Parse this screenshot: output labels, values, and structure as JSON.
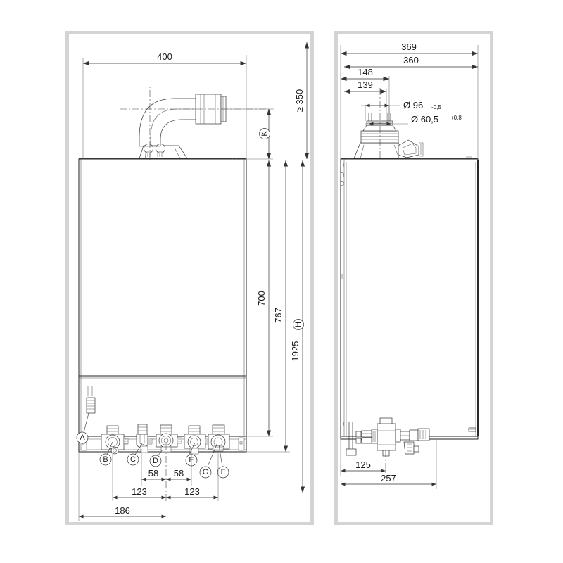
{
  "drawing": {
    "title": "Wall-mounted boiler dimensional drawing",
    "background_color": "#ffffff",
    "line_color": "#222222",
    "frame_color": "#d4d4d4",
    "views": [
      {
        "name": "front-view",
        "label": ""
      },
      {
        "name": "side-view",
        "label": ""
      }
    ]
  },
  "front_view": {
    "dimensions": {
      "width_400": "400",
      "min_clearance": "≥ 350",
      "height_700": "700",
      "height_767": "767",
      "height_1925": "1925",
      "height_1925_ref": "H",
      "flue_height_ref": "K",
      "spacing_58_left": "58",
      "spacing_58_right": "58",
      "spacing_123_left": "123",
      "spacing_123_right": "123",
      "offset_186": "186"
    },
    "callouts": [
      {
        "id": "A",
        "label": "A"
      },
      {
        "id": "B",
        "label": "B"
      },
      {
        "id": "C",
        "label": "C"
      },
      {
        "id": "D",
        "label": "D"
      },
      {
        "id": "E",
        "label": "E"
      },
      {
        "id": "F",
        "label": "F"
      },
      {
        "id": "G",
        "label": "G"
      }
    ]
  },
  "side_view": {
    "dimensions": {
      "depth_369": "369",
      "depth_360": "360",
      "offset_148": "148",
      "offset_139": "139",
      "flue_outer_dia": "Ø 96",
      "flue_outer_tol": "-0,5",
      "flue_inner_dia": "Ø 60,5",
      "flue_inner_tol": "+0,8",
      "offset_125": "125",
      "offset_257": "257"
    }
  }
}
